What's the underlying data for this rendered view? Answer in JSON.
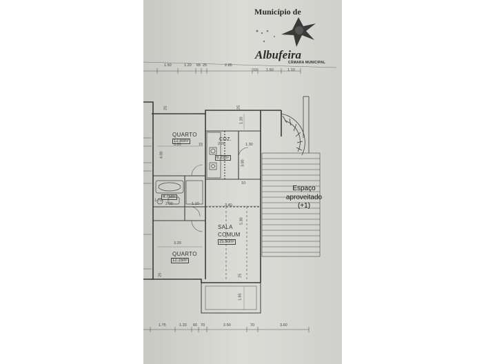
{
  "header": {
    "municipio": "Município de",
    "city": "Albufeira",
    "camara": "CÂMARA MUNICIPAL"
  },
  "rooms": {
    "quarto_top": "QUARTO",
    "quarto_top_area": "12.80m²",
    "coz": "COZ.",
    "coz_area": "6.25m²",
    "wc_area": "4.75m²",
    "sala_line1": "SALA",
    "sala_line2": "COMUM",
    "sala_area": "25.50m²",
    "quarto_bottom": "QUARTO",
    "quarto_bottom_area": "12.15m²"
  },
  "annotation": {
    "line1": "Espaço",
    "line2": "aproveitado",
    "line3": "(+1)"
  },
  "dimensions": {
    "top": [
      "1.50",
      "1.20",
      "65",
      "25",
      "2.85",
      "10",
      "1.50",
      "1.10"
    ],
    "bottom": [
      "1.75",
      "1.20",
      "60",
      "70",
      "2.50",
      "70",
      "3.60"
    ],
    "inner": {
      "d1": "25",
      "d2": "3.20",
      "d3": "15",
      "d4": "4.00",
      "d5": "2.00",
      "d6": "1.30",
      "d7": "1.20",
      "d8": "3.00",
      "d9": "1.70",
      "d10": "2.00",
      "d11": "1.10",
      "d12": "3.40",
      "d13": "5.30",
      "d14": "3.20",
      "d15": "25",
      "d16": "1.65",
      "d17": "25",
      "d18": "25",
      "d19": "10"
    }
  }
}
